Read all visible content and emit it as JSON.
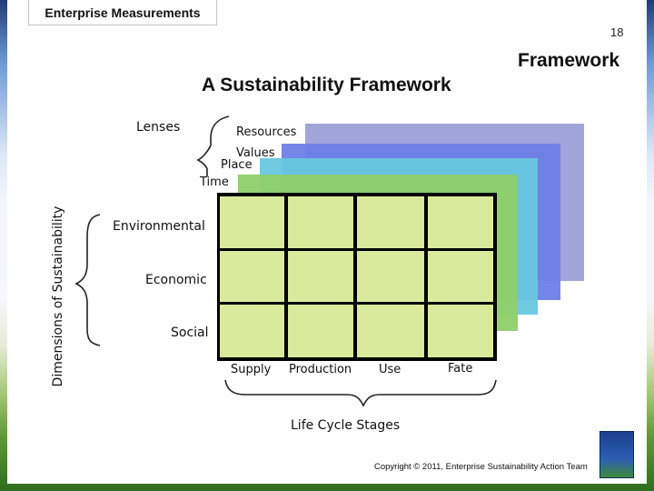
{
  "header": {
    "tab_label": "Enterprise Measurements",
    "page_number": "18",
    "corner_title": "Framework"
  },
  "diagram": {
    "title": "A Sustainability Framework",
    "lenses_heading": "Lenses",
    "lenses": [
      "Resources",
      "Values",
      "Place",
      "Time"
    ],
    "dimensions_axis_label": "Dimensions of Sustainability",
    "dimensions": [
      "Environmental",
      "Economic",
      "Social"
    ],
    "stages": [
      "Supply",
      "Production",
      "Use",
      "Fate"
    ],
    "stages_group_label": "Life Cycle Stages",
    "frame_colors": {
      "resources": "#9b9fd6",
      "values": "#6d80e6",
      "place": "#67c7e0",
      "time": "#8fcf6a",
      "front": "#d9ea9c"
    }
  },
  "footer": {
    "copyright": "Copyright © 2011, Enterprise Sustainability Action Team"
  }
}
